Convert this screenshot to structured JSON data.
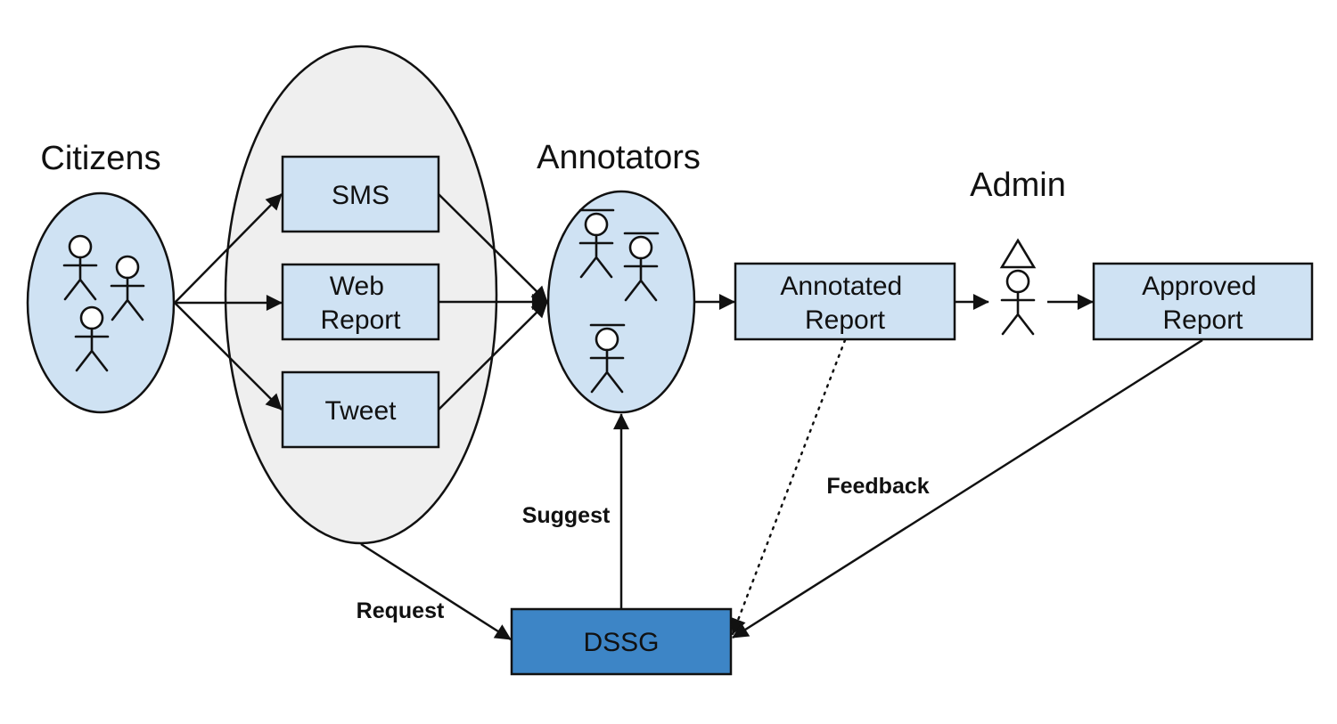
{
  "groups": {
    "citizens": "Citizens",
    "annotators": "Annotators",
    "admin": "Admin"
  },
  "boxes": {
    "sms": [
      "SMS"
    ],
    "web_report": [
      "Web",
      "Report"
    ],
    "tweet": [
      "Tweet"
    ],
    "annotated_report": [
      "Annotated",
      "Report"
    ],
    "approved_report": [
      "Approved",
      "Report"
    ],
    "dssg": [
      "DSSG"
    ]
  },
  "edge_labels": {
    "request": "Request",
    "suggest": "Suggest",
    "feedback": "Feedback"
  },
  "colors": {
    "box_fill": "#cfe2f3",
    "dssg_fill": "#3d85c6",
    "channel_group_fill": "#efefef",
    "stroke": "#111111"
  },
  "icons": {
    "citizen": "stick-figure-icon",
    "annotator": "stick-figure-with-halo-icon",
    "admin": "stick-figure-with-triangle-hat-icon"
  }
}
